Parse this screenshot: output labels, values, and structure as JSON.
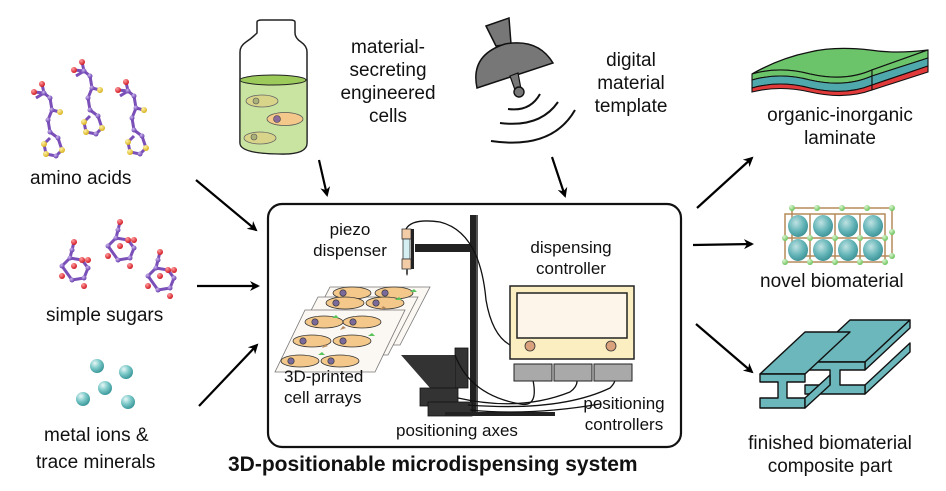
{
  "diagram": {
    "title": "3D-positionable microdispensing system",
    "inputs": {
      "amino_acids": "amino acids",
      "simple_sugars": "simple sugars",
      "metal_ions_line1": "metal ions &",
      "metal_ions_line2": "trace minerals"
    },
    "top_inputs": {
      "cells_line1": "material-",
      "cells_line2": "secreting",
      "cells_line3": "engineered",
      "cells_line4": "cells",
      "template_line1": "digital",
      "template_line2": "material",
      "template_line3": "template"
    },
    "system_parts": {
      "piezo_line1": "piezo",
      "piezo_line2": "dispenser",
      "arrays_line1": "3D-printed",
      "arrays_line2": "cell arrays",
      "axes": "positioning axes",
      "disp_ctrl_line1": "dispensing",
      "disp_ctrl_line2": "controller",
      "pos_ctrl_line1": "positioning",
      "pos_ctrl_line2": "controllers"
    },
    "outputs": {
      "laminate_line1": "organic-inorganic",
      "laminate_line2": "laminate",
      "novel": "novel biomaterial",
      "part_line1": "finished biomaterial",
      "part_line2": "composite part"
    },
    "colors": {
      "molecule_bond": "#7b4fb8",
      "oxygen": "#e0262f",
      "sulfur": "#e6c530",
      "ion": "#5fb8b8",
      "culture_medium": "#c9e3a0",
      "cell_body": "#f3c88a",
      "controller_body": "#fbefc2",
      "controller_screen": "#fdf5ea",
      "laminate_green": "#6cc46a",
      "laminate_teal": "#4fa9ac",
      "laminate_red": "#e03a3a",
      "ibeam": "#6bb7bb",
      "stage_dark": "#333333"
    }
  }
}
